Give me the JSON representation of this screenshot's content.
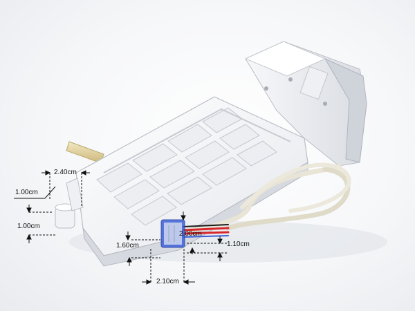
{
  "colors": {
    "plastic": "#f4f5f7",
    "plastic_shadow": "#c9ccd2",
    "connector": "#3b5fd9",
    "wire_red": "#d8262a",
    "wire_white": "#e8e4d6",
    "heater_rod": "#e6d9a8",
    "dimension_ink": "#111111"
  },
  "dimensions": {
    "d1": "2.40cm",
    "d2": "1.00cm",
    "d3": "1.00cm",
    "d4": "2.00cm",
    "d5": "1.10cm",
    "d6": "1.60cm",
    "d7": "2.10cm"
  }
}
